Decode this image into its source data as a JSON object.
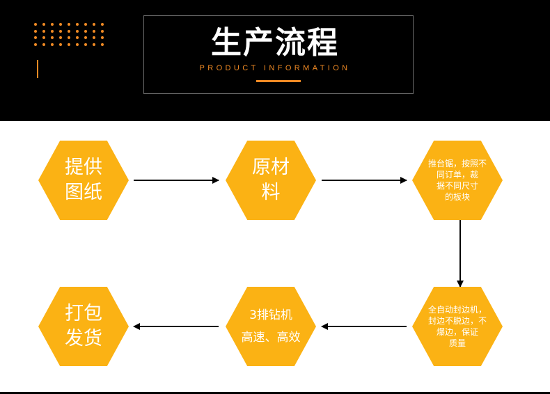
{
  "header": {
    "title": "生产流程",
    "subtitle": "PRODUCT INFORMATION"
  },
  "steps": [
    {
      "lines": [
        "提供",
        "图纸"
      ]
    },
    {
      "lines": [
        "原材",
        "料"
      ]
    },
    {
      "lines": [
        "推台锯，按照不",
        "同订单，裁",
        "据不同尺寸",
        "的板块"
      ]
    },
    {
      "lines": [
        "全自动封边机，",
        "封边不脱边，不",
        "爆边，保证",
        "质量"
      ]
    },
    {
      "lines": [
        "3排钻机",
        "高速、高效"
      ]
    },
    {
      "lines": [
        "打包",
        "发货"
      ]
    }
  ],
  "colors": {
    "accent": "#f08a24",
    "hexagon": "#fbb214",
    "header_bg": "#000000"
  }
}
